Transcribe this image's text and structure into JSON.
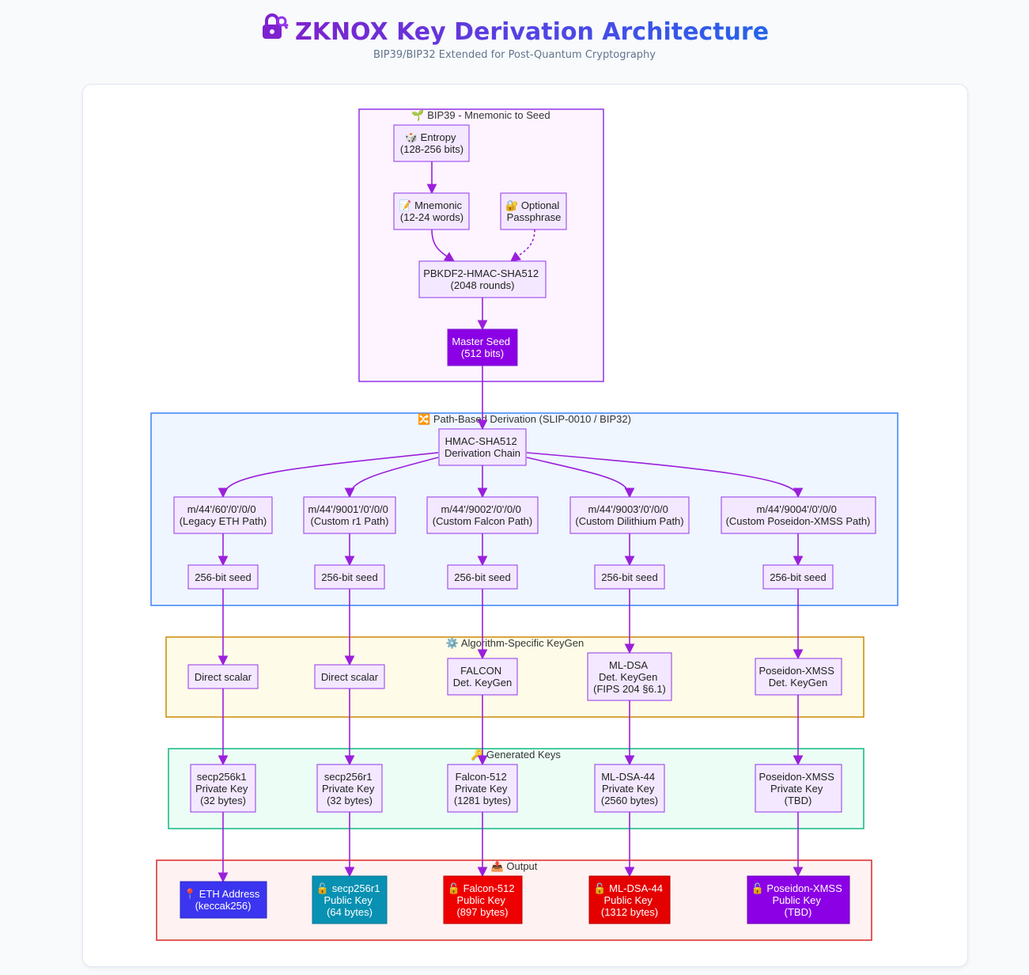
{
  "header": {
    "icon": "lock-key-icon",
    "title": "ZKNOX Key Derivation Architecture",
    "subtitle": "BIP39/BIP32 Extended for Post-Quantum Cryptography"
  },
  "colors": {
    "bip39_fill": "#fdf4ff",
    "bip39_stroke": "#9333ea",
    "path_fill": "#eff6ff",
    "path_stroke": "#3b82f6",
    "keygen_fill": "#fefce8",
    "keygen_stroke": "#ca8a04",
    "keys_fill": "#ecfdf5",
    "keys_stroke": "#10b981",
    "output_fill": "#fef2f2",
    "output_stroke": "#dc2626",
    "node_fill": "#f3e8ff",
    "node_stroke": "#9333ea",
    "edge": "#9b1fdb",
    "master_seed": "#8b00e5",
    "eth": "#3b35f0",
    "secp256r1": "#0891b2",
    "falcon": "#ef0000",
    "mldsa": "#e50000",
    "poseidon": "#8b00e5"
  },
  "groups": {
    "bip39": "🌱 BIP39 - Mnemonic to Seed",
    "path": "🔀 Path-Based Derivation (SLIP-0010 / BIP32)",
    "keygen": "⚙️ Algorithm-Specific KeyGen",
    "keys": "🔑 Generated Keys",
    "output": "📤 Output"
  },
  "nodes": {
    "entropy": [
      "🎲 Entropy",
      "(128-256 bits)"
    ],
    "mnemonic": [
      "📝 Mnemonic",
      "(12-24 words)"
    ],
    "passphrase": [
      "🔐 Optional",
      "Passphrase"
    ],
    "pbkdf2": [
      "PBKDF2-HMAC-SHA512",
      "(2048 rounds)"
    ],
    "master_seed": [
      "Master Seed",
      "(512 bits)"
    ],
    "hmac": [
      "HMAC-SHA512",
      "Derivation Chain"
    ],
    "path_eth": [
      "m/44'/60'/0'/0/0",
      "(Legacy ETH Path)"
    ],
    "path_r1": [
      "m/44'/9001'/0'/0/0",
      "(Custom r1 Path)"
    ],
    "path_falcon": [
      "m/44'/9002'/0'/0/0",
      "(Custom Falcon Path)"
    ],
    "path_dilithium": [
      "m/44'/9003'/0'/0/0",
      "(Custom Dilithium Path)"
    ],
    "path_poseidon": [
      "m/44'/9004'/0'/0/0",
      "(Custom Poseidon-XMSS Path)"
    ],
    "seed_eth": [
      "256-bit seed"
    ],
    "seed_r1": [
      "256-bit seed"
    ],
    "seed_falcon": [
      "256-bit seed"
    ],
    "seed_dilithium": [
      "256-bit seed"
    ],
    "seed_poseidon": [
      "256-bit seed"
    ],
    "kg_eth": [
      "Direct scalar"
    ],
    "kg_r1": [
      "Direct scalar"
    ],
    "kg_falcon": [
      "FALCON",
      "Det. KeyGen"
    ],
    "kg_dilithium": [
      "ML-DSA",
      "Det. KeyGen",
      "(FIPS 204 §6.1)"
    ],
    "kg_poseidon": [
      "Poseidon-XMSS",
      "Det. KeyGen"
    ],
    "pk_k1": [
      "secp256k1",
      "Private Key",
      "(32 bytes)"
    ],
    "pk_r1": [
      "secp256r1",
      "Private Key",
      "(32 bytes)"
    ],
    "pk_falcon": [
      "Falcon-512",
      "Private Key",
      "(1281 bytes)"
    ],
    "pk_mldsa": [
      "ML-DSA-44",
      "Private Key",
      "(2560 bytes)"
    ],
    "pk_poseidon": [
      "Poseidon-XMSS",
      "Private Key",
      "(TBD)"
    ],
    "out_eth": [
      "📍 ETH Address",
      "(keccak256)"
    ],
    "out_r1": [
      "🔓 secp256r1",
      "Public Key",
      "(64 bytes)"
    ],
    "out_falcon": [
      "🔓 Falcon-512",
      "Public Key",
      "(897 bytes)"
    ],
    "out_mldsa": [
      "🔓 ML-DSA-44",
      "Public Key",
      "(1312 bytes)"
    ],
    "out_poseidon": [
      "🔓 Poseidon-XMSS",
      "Public Key",
      "(TBD)"
    ]
  }
}
